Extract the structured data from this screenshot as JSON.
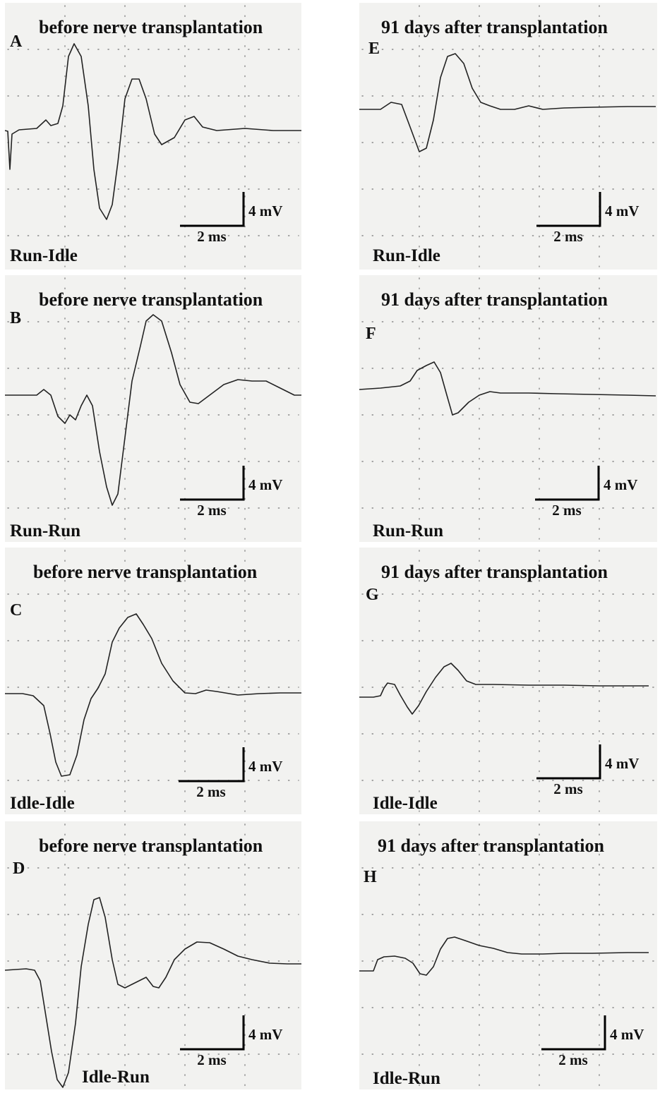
{
  "chart_data": [
    {
      "type": "line",
      "letter": "A",
      "title": "before nerve transplantation",
      "condition": "Run-Idle",
      "scale": {
        "voltage": "4 mV",
        "time": "2 ms"
      },
      "trace": [
        [
          0,
          185
        ],
        [
          4,
          186
        ],
        [
          7,
          240
        ],
        [
          10,
          190
        ],
        [
          20,
          184
        ],
        [
          45,
          182
        ],
        [
          58,
          170
        ],
        [
          65,
          178
        ],
        [
          75,
          175
        ],
        [
          82,
          150
        ],
        [
          90,
          80
        ],
        [
          98,
          62
        ],
        [
          108,
          80
        ],
        [
          118,
          150
        ],
        [
          126,
          240
        ],
        [
          134,
          295
        ],
        [
          144,
          311
        ],
        [
          152,
          290
        ],
        [
          160,
          230
        ],
        [
          170,
          140
        ],
        [
          180,
          112
        ],
        [
          190,
          112
        ],
        [
          200,
          140
        ],
        [
          212,
          190
        ],
        [
          222,
          205
        ],
        [
          240,
          195
        ],
        [
          255,
          170
        ],
        [
          268,
          165
        ],
        [
          280,
          180
        ],
        [
          300,
          185
        ],
        [
          340,
          182
        ],
        [
          380,
          185
        ],
        [
          420,
          185
        ]
      ]
    },
    {
      "type": "line",
      "letter": "E",
      "title": "91 days after transplantation",
      "condition": "Run-Idle",
      "scale": {
        "voltage": "4 mV",
        "time": "2 ms"
      },
      "trace": [
        [
          0,
          155
        ],
        [
          30,
          155
        ],
        [
          45,
          145
        ],
        [
          60,
          148
        ],
        [
          72,
          180
        ],
        [
          85,
          215
        ],
        [
          95,
          210
        ],
        [
          105,
          170
        ],
        [
          115,
          110
        ],
        [
          125,
          80
        ],
        [
          136,
          76
        ],
        [
          148,
          90
        ],
        [
          160,
          125
        ],
        [
          172,
          145
        ],
        [
          185,
          150
        ],
        [
          200,
          155
        ],
        [
          220,
          155
        ],
        [
          240,
          150
        ],
        [
          260,
          155
        ],
        [
          290,
          153
        ],
        [
          330,
          152
        ],
        [
          380,
          151
        ],
        [
          420,
          151
        ]
      ]
    },
    {
      "type": "line",
      "letter": "B",
      "title": "before nerve transplantation",
      "condition": "Run-Run",
      "scale": {
        "voltage": "4 mV",
        "time": "2 ms"
      },
      "trace": [
        [
          0,
          560
        ],
        [
          45,
          560
        ],
        [
          55,
          552
        ],
        [
          65,
          560
        ],
        [
          75,
          590
        ],
        [
          85,
          600
        ],
        [
          92,
          588
        ],
        [
          100,
          595
        ],
        [
          108,
          575
        ],
        [
          116,
          560
        ],
        [
          124,
          575
        ],
        [
          134,
          640
        ],
        [
          144,
          690
        ],
        [
          152,
          716
        ],
        [
          160,
          700
        ],
        [
          170,
          620
        ],
        [
          180,
          540
        ],
        [
          192,
          490
        ],
        [
          200,
          455
        ],
        [
          210,
          446
        ],
        [
          222,
          455
        ],
        [
          236,
          500
        ],
        [
          248,
          545
        ],
        [
          262,
          570
        ],
        [
          274,
          572
        ],
        [
          290,
          560
        ],
        [
          310,
          545
        ],
        [
          330,
          538
        ],
        [
          350,
          540
        ],
        [
          370,
          540
        ],
        [
          390,
          550
        ],
        [
          410,
          560
        ],
        [
          420,
          560
        ]
      ]
    },
    {
      "type": "line",
      "letter": "F",
      "title": "91 days after transplantation",
      "condition": "Run-Run",
      "scale": {
        "voltage": "4 mV",
        "time": "2 ms"
      },
      "trace": [
        [
          0,
          552
        ],
        [
          30,
          550
        ],
        [
          58,
          547
        ],
        [
          72,
          540
        ],
        [
          82,
          525
        ],
        [
          95,
          518
        ],
        [
          106,
          513
        ],
        [
          115,
          528
        ],
        [
          124,
          560
        ],
        [
          132,
          588
        ],
        [
          140,
          585
        ],
        [
          155,
          570
        ],
        [
          170,
          560
        ],
        [
          185,
          555
        ],
        [
          200,
          557
        ],
        [
          240,
          557
        ],
        [
          280,
          558
        ],
        [
          330,
          559
        ],
        [
          380,
          560
        ],
        [
          420,
          561
        ]
      ]
    },
    {
      "type": "line",
      "letter": "C",
      "title": "before nerve transplantation",
      "condition": "Idle-Idle",
      "scale": {
        "voltage": "4 mV",
        "time": "2 ms"
      },
      "trace": [
        [
          0,
          983
        ],
        [
          25,
          983
        ],
        [
          40,
          986
        ],
        [
          55,
          1000
        ],
        [
          64,
          1040
        ],
        [
          72,
          1080
        ],
        [
          80,
          1100
        ],
        [
          92,
          1098
        ],
        [
          102,
          1070
        ],
        [
          112,
          1020
        ],
        [
          122,
          990
        ],
        [
          132,
          975
        ],
        [
          142,
          955
        ],
        [
          152,
          910
        ],
        [
          162,
          890
        ],
        [
          174,
          875
        ],
        [
          186,
          870
        ],
        [
          196,
          885
        ],
        [
          208,
          905
        ],
        [
          222,
          940
        ],
        [
          238,
          965
        ],
        [
          255,
          982
        ],
        [
          270,
          983
        ],
        [
          285,
          978
        ],
        [
          300,
          980
        ],
        [
          330,
          985
        ],
        [
          360,
          983
        ],
        [
          390,
          982
        ],
        [
          420,
          982
        ]
      ]
    },
    {
      "type": "line",
      "letter": "G",
      "title": "91 days after transplantation",
      "condition": "Idle-Idle",
      "scale": {
        "voltage": "4 mV",
        "time": "2 ms"
      },
      "trace": [
        [
          0,
          988
        ],
        [
          20,
          988
        ],
        [
          30,
          986
        ],
        [
          35,
          975
        ],
        [
          40,
          968
        ],
        [
          50,
          970
        ],
        [
          58,
          985
        ],
        [
          68,
          1002
        ],
        [
          75,
          1012
        ],
        [
          84,
          1000
        ],
        [
          95,
          980
        ],
        [
          108,
          960
        ],
        [
          120,
          945
        ],
        [
          130,
          940
        ],
        [
          140,
          950
        ],
        [
          152,
          965
        ],
        [
          165,
          970
        ],
        [
          190,
          970
        ],
        [
          240,
          971
        ],
        [
          290,
          971
        ],
        [
          340,
          972
        ],
        [
          380,
          972
        ],
        [
          410,
          972
        ]
      ]
    },
    {
      "type": "line",
      "letter": "D",
      "title": "before nerve transplantation",
      "condition": "Idle-Run",
      "scale": {
        "voltage": "4 mV",
        "time": "2 ms"
      },
      "trace": [
        [
          0,
          1375
        ],
        [
          30,
          1373
        ],
        [
          42,
          1375
        ],
        [
          50,
          1390
        ],
        [
          58,
          1440
        ],
        [
          66,
          1490
        ],
        [
          74,
          1530
        ],
        [
          82,
          1541
        ],
        [
          90,
          1520
        ],
        [
          100,
          1450
        ],
        [
          108,
          1370
        ],
        [
          118,
          1310
        ],
        [
          126,
          1275
        ],
        [
          134,
          1272
        ],
        [
          142,
          1300
        ],
        [
          152,
          1360
        ],
        [
          160,
          1395
        ],
        [
          170,
          1400
        ],
        [
          180,
          1395
        ],
        [
          190,
          1390
        ],
        [
          200,
          1385
        ],
        [
          210,
          1398
        ],
        [
          218,
          1400
        ],
        [
          228,
          1385
        ],
        [
          240,
          1360
        ],
        [
          255,
          1345
        ],
        [
          272,
          1335
        ],
        [
          290,
          1336
        ],
        [
          310,
          1345
        ],
        [
          330,
          1355
        ],
        [
          350,
          1360
        ],
        [
          375,
          1365
        ],
        [
          400,
          1366
        ],
        [
          420,
          1366
        ]
      ]
    },
    {
      "type": "line",
      "letter": "H",
      "title": "91 days after transplantation",
      "condition": "Idle-Run",
      "scale": {
        "voltage": "4 mV",
        "time": "2 ms"
      },
      "trace": [
        [
          0,
          1376
        ],
        [
          20,
          1376
        ],
        [
          26,
          1360
        ],
        [
          35,
          1356
        ],
        [
          50,
          1355
        ],
        [
          65,
          1358
        ],
        [
          76,
          1365
        ],
        [
          86,
          1380
        ],
        [
          95,
          1382
        ],
        [
          105,
          1370
        ],
        [
          115,
          1345
        ],
        [
          125,
          1330
        ],
        [
          135,
          1328
        ],
        [
          150,
          1333
        ],
        [
          170,
          1340
        ],
        [
          190,
          1344
        ],
        [
          210,
          1350
        ],
        [
          230,
          1352
        ],
        [
          260,
          1352
        ],
        [
          290,
          1351
        ],
        [
          330,
          1351
        ],
        [
          380,
          1350
        ],
        [
          410,
          1350
        ]
      ]
    }
  ]
}
